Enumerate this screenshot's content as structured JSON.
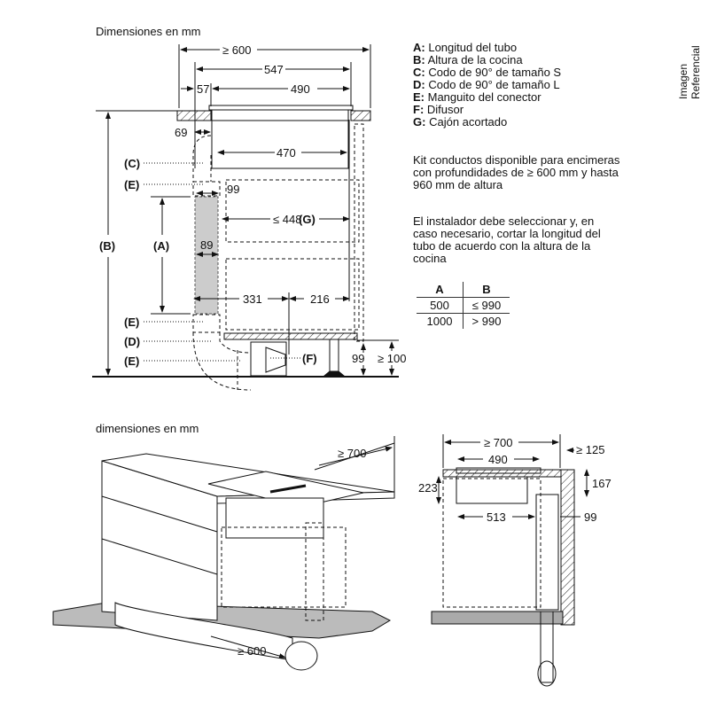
{
  "top_diagram": {
    "title": "Dimensiones en mm",
    "dims": {
      "w600": "≥ 600",
      "w547": "547",
      "w57": "57",
      "w490": "490",
      "d69": "69",
      "w470": "470",
      "d99": "99",
      "g448": "≤ 448",
      "g_label": "(G)",
      "d89": "89",
      "d331": "331",
      "d216": "216",
      "h99": "99",
      "h100": "≥ 100"
    },
    "callouts": {
      "c": "(C)",
      "e1": "(E)",
      "b": "(B)",
      "a": "(A)",
      "e2": "(E)",
      "d": "(D)",
      "e3": "(E)",
      "f": "(F)"
    }
  },
  "legend": [
    {
      "key": "A:",
      "text": "Longitud del tubo"
    },
    {
      "key": "B:",
      "text": "Altura de la cocina"
    },
    {
      "key": "C:",
      "text": "Codo de 90° de tamaño S"
    },
    {
      "key": "D:",
      "text": "Codo de 90° de tamaño L"
    },
    {
      "key": "E:",
      "text": "Manguito del conector"
    },
    {
      "key": "F:",
      "text": "Difusor"
    },
    {
      "key": "G:",
      "text": "Cajón acortado"
    }
  ],
  "note_kit": "Kit conductos disponible para encimeras con profundidades de ≥ 600 mm y hasta 960 mm de altura",
  "note_installer": "El instalador debe seleccionar y, en caso necesario, cortar la longitud del tubo de acuerdo con la altura de la cocina",
  "table": {
    "headers": [
      "A",
      "B"
    ],
    "rows": [
      [
        "500",
        "≤ 990"
      ],
      [
        "1000",
        "> 990"
      ]
    ]
  },
  "side_label": "Imagen Referencial",
  "bottom_left": {
    "title": "dimensiones en mm",
    "d700": "≥ 700",
    "d600": "≥ 600"
  },
  "bottom_right": {
    "d700": "≥ 700",
    "d490": "490",
    "d125": "≥ 125",
    "d223": "223",
    "d167": "167",
    "d513": "513",
    "d99": "99"
  }
}
